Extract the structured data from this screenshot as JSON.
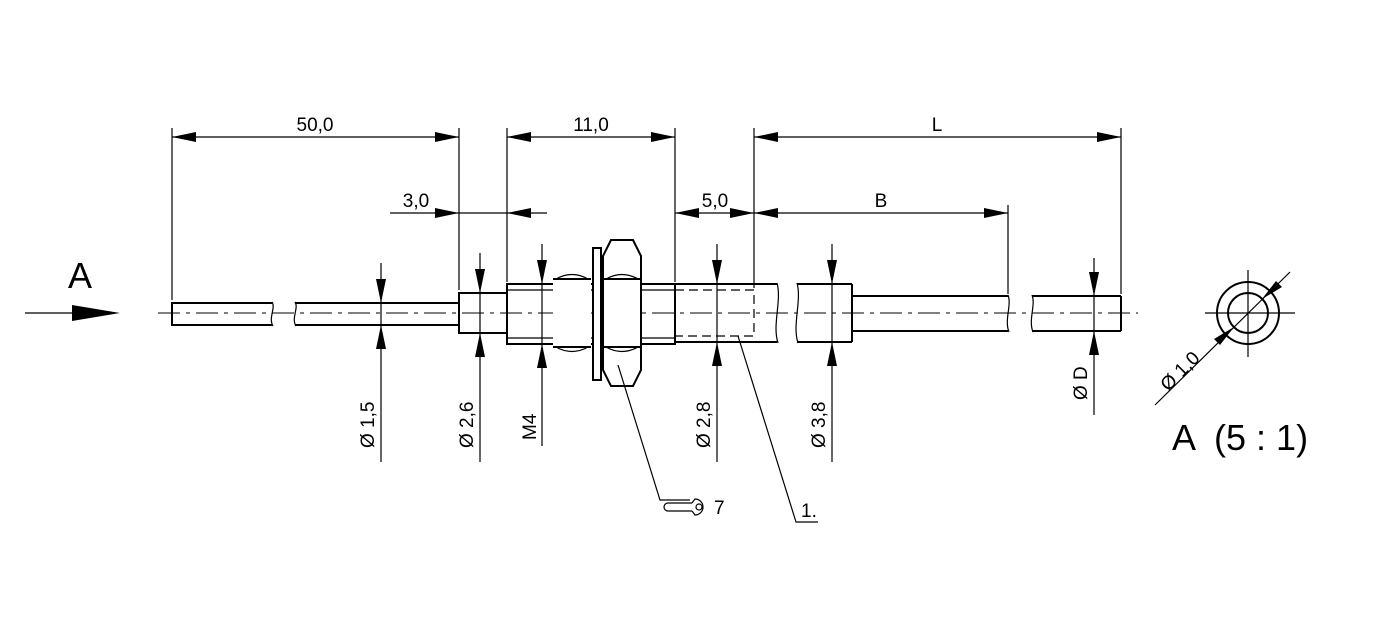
{
  "view_arrow_label": "A",
  "detail_label": "A  (5 : 1)",
  "dimensions": {
    "overall_fibre": "50,0",
    "sleeve": "3,0",
    "thread_body": "11,0",
    "tube": "5,0",
    "b": "B",
    "l": "L",
    "d_fibre": "Ø 1,5",
    "d_sleeve": "Ø 2,6",
    "thread": "M4",
    "d_tube": "Ø 2,8",
    "d_cable": "Ø 3,8",
    "d_end": "Ø D",
    "d_detail": "Ø 1,0"
  },
  "callouts": {
    "wrench": "7",
    "item": "1."
  }
}
